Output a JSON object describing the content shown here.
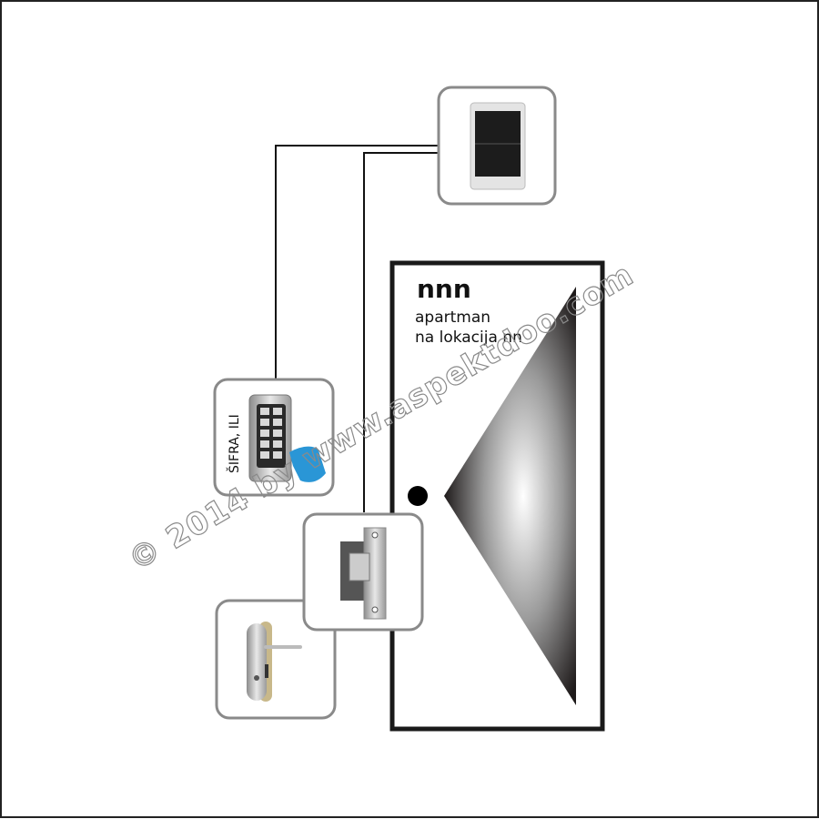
{
  "door": {
    "title": "nnn",
    "line1": "apartman",
    "line2": "na lokacija nn"
  },
  "keypad": {
    "label": "ŠIFRA, ILI"
  },
  "watermark": "© 2014 by www.aspektdoo.com",
  "colors": {
    "box_border": "#8a8a8a",
    "door_border": "#1a1a1a",
    "hand": "#2a96d6"
  }
}
